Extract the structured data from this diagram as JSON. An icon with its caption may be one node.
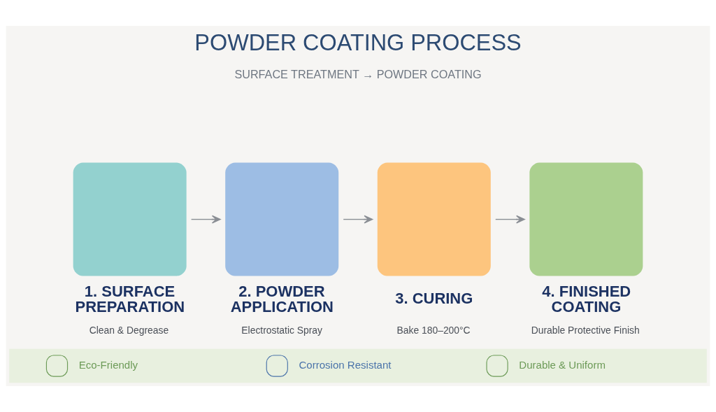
{
  "diagram": {
    "title": "POWDER COATING PROCESS",
    "nodes": [
      {
        "text": [
          "1. SURFACE PREPARATION",
          "Clean & Degrease"
        ]
      },
      {
        "text": [
          "2. POWDER APPLICATION",
          "Electrostatic Spray"
        ]
      },
      {
        "text": [
          "3. CURING",
          "Bake 180–200°C"
        ]
      },
      {
        "text": [
          "4. FINISHED COATING",
          "Durable Protective Finish"
        ]
      },
      {
        "text": [
          "Eco-Friendly",
          "Corrosion Resistant",
          "Durable & Uniform"
        ]
      }
    ],
    "edges": [
      {
        "from": 0,
        "to": 1,
        "arrow": "to"
      },
      {
        "from": 1,
        "to": 2,
        "arrow": "to"
      },
      {
        "from": 2,
        "to": 3,
        "arrow": "to"
      }
    ],
    "labels": [
      "SURFACE TREATMENT → POWDER COATING"
    ]
  }
}
